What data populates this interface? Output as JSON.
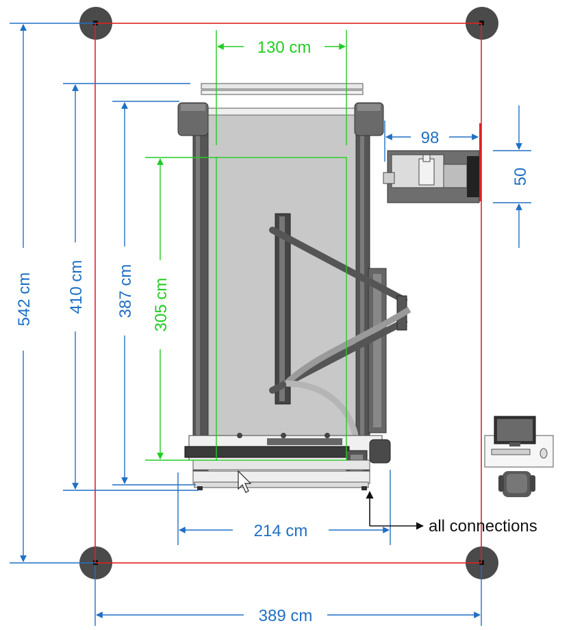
{
  "dimensions": {
    "top_width": "130 cm",
    "offset_98": "98",
    "offset_50": "50",
    "height_542": "542 cm",
    "height_410": "410 cm",
    "height_387": "387 cm",
    "height_305": "305 cm",
    "width_214": "214 cm",
    "width_389": "389 cm"
  },
  "annotation": {
    "connections": "all connections"
  },
  "colors": {
    "dimension_blue": "#1f6fc4",
    "dimension_green": "#22cc22",
    "boundary_red": "#e02020",
    "machine_gray": "#5a5a5a",
    "bed_gray": "#c8c8c8"
  },
  "icons": [
    "computer-monitor-icon",
    "office-chair-icon",
    "cursor-arrow-icon"
  ]
}
